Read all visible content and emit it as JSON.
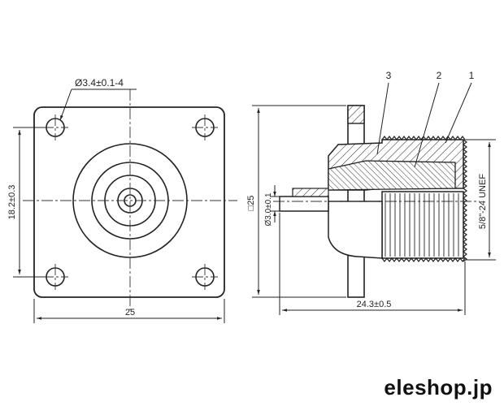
{
  "front_view": {
    "hole_callout": "Ø3.4±0.1-4",
    "height_dim": "18.2±0.3",
    "width_dim": "25"
  },
  "side_view": {
    "flange_dim": "□25",
    "pin_dim": "Ø3.0±0.1",
    "thread_dim": "5/8\"-24 UNEF",
    "length_dim": "24.3±0.5",
    "part_labels": [
      "3",
      "2",
      "1"
    ]
  },
  "brand": "eleshop.jp"
}
